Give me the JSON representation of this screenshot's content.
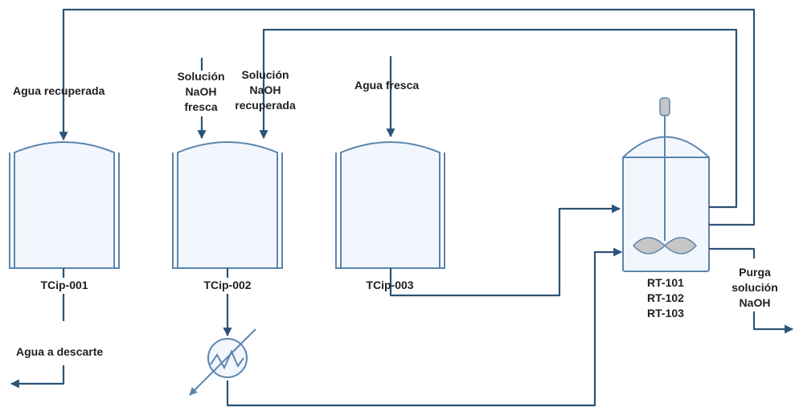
{
  "labels": {
    "agua_recuperada": "Agua recuperada",
    "solucion_fresca": [
      "Solución",
      "NaOH",
      "fresca"
    ],
    "solucion_recuperada": [
      "Solución",
      "NaOH",
      "recuperada"
    ],
    "agua_fresca": "Agua fresca",
    "agua_descarte": "Agua  a descarte",
    "purga": [
      "Purga",
      "solución",
      "NaOH"
    ]
  },
  "tanks": [
    {
      "id": "TCip-001"
    },
    {
      "id": "TCip-002"
    },
    {
      "id": "TCip-003"
    }
  ],
  "reactor": {
    "ids": [
      "RT-101",
      "RT-102",
      "RT-103"
    ]
  },
  "colors": {
    "line": "#2b5378",
    "vessel_stroke": "#5b85ad",
    "vessel_fill": "#f2f7fd",
    "impeller_fill": "#c6c6c6"
  }
}
